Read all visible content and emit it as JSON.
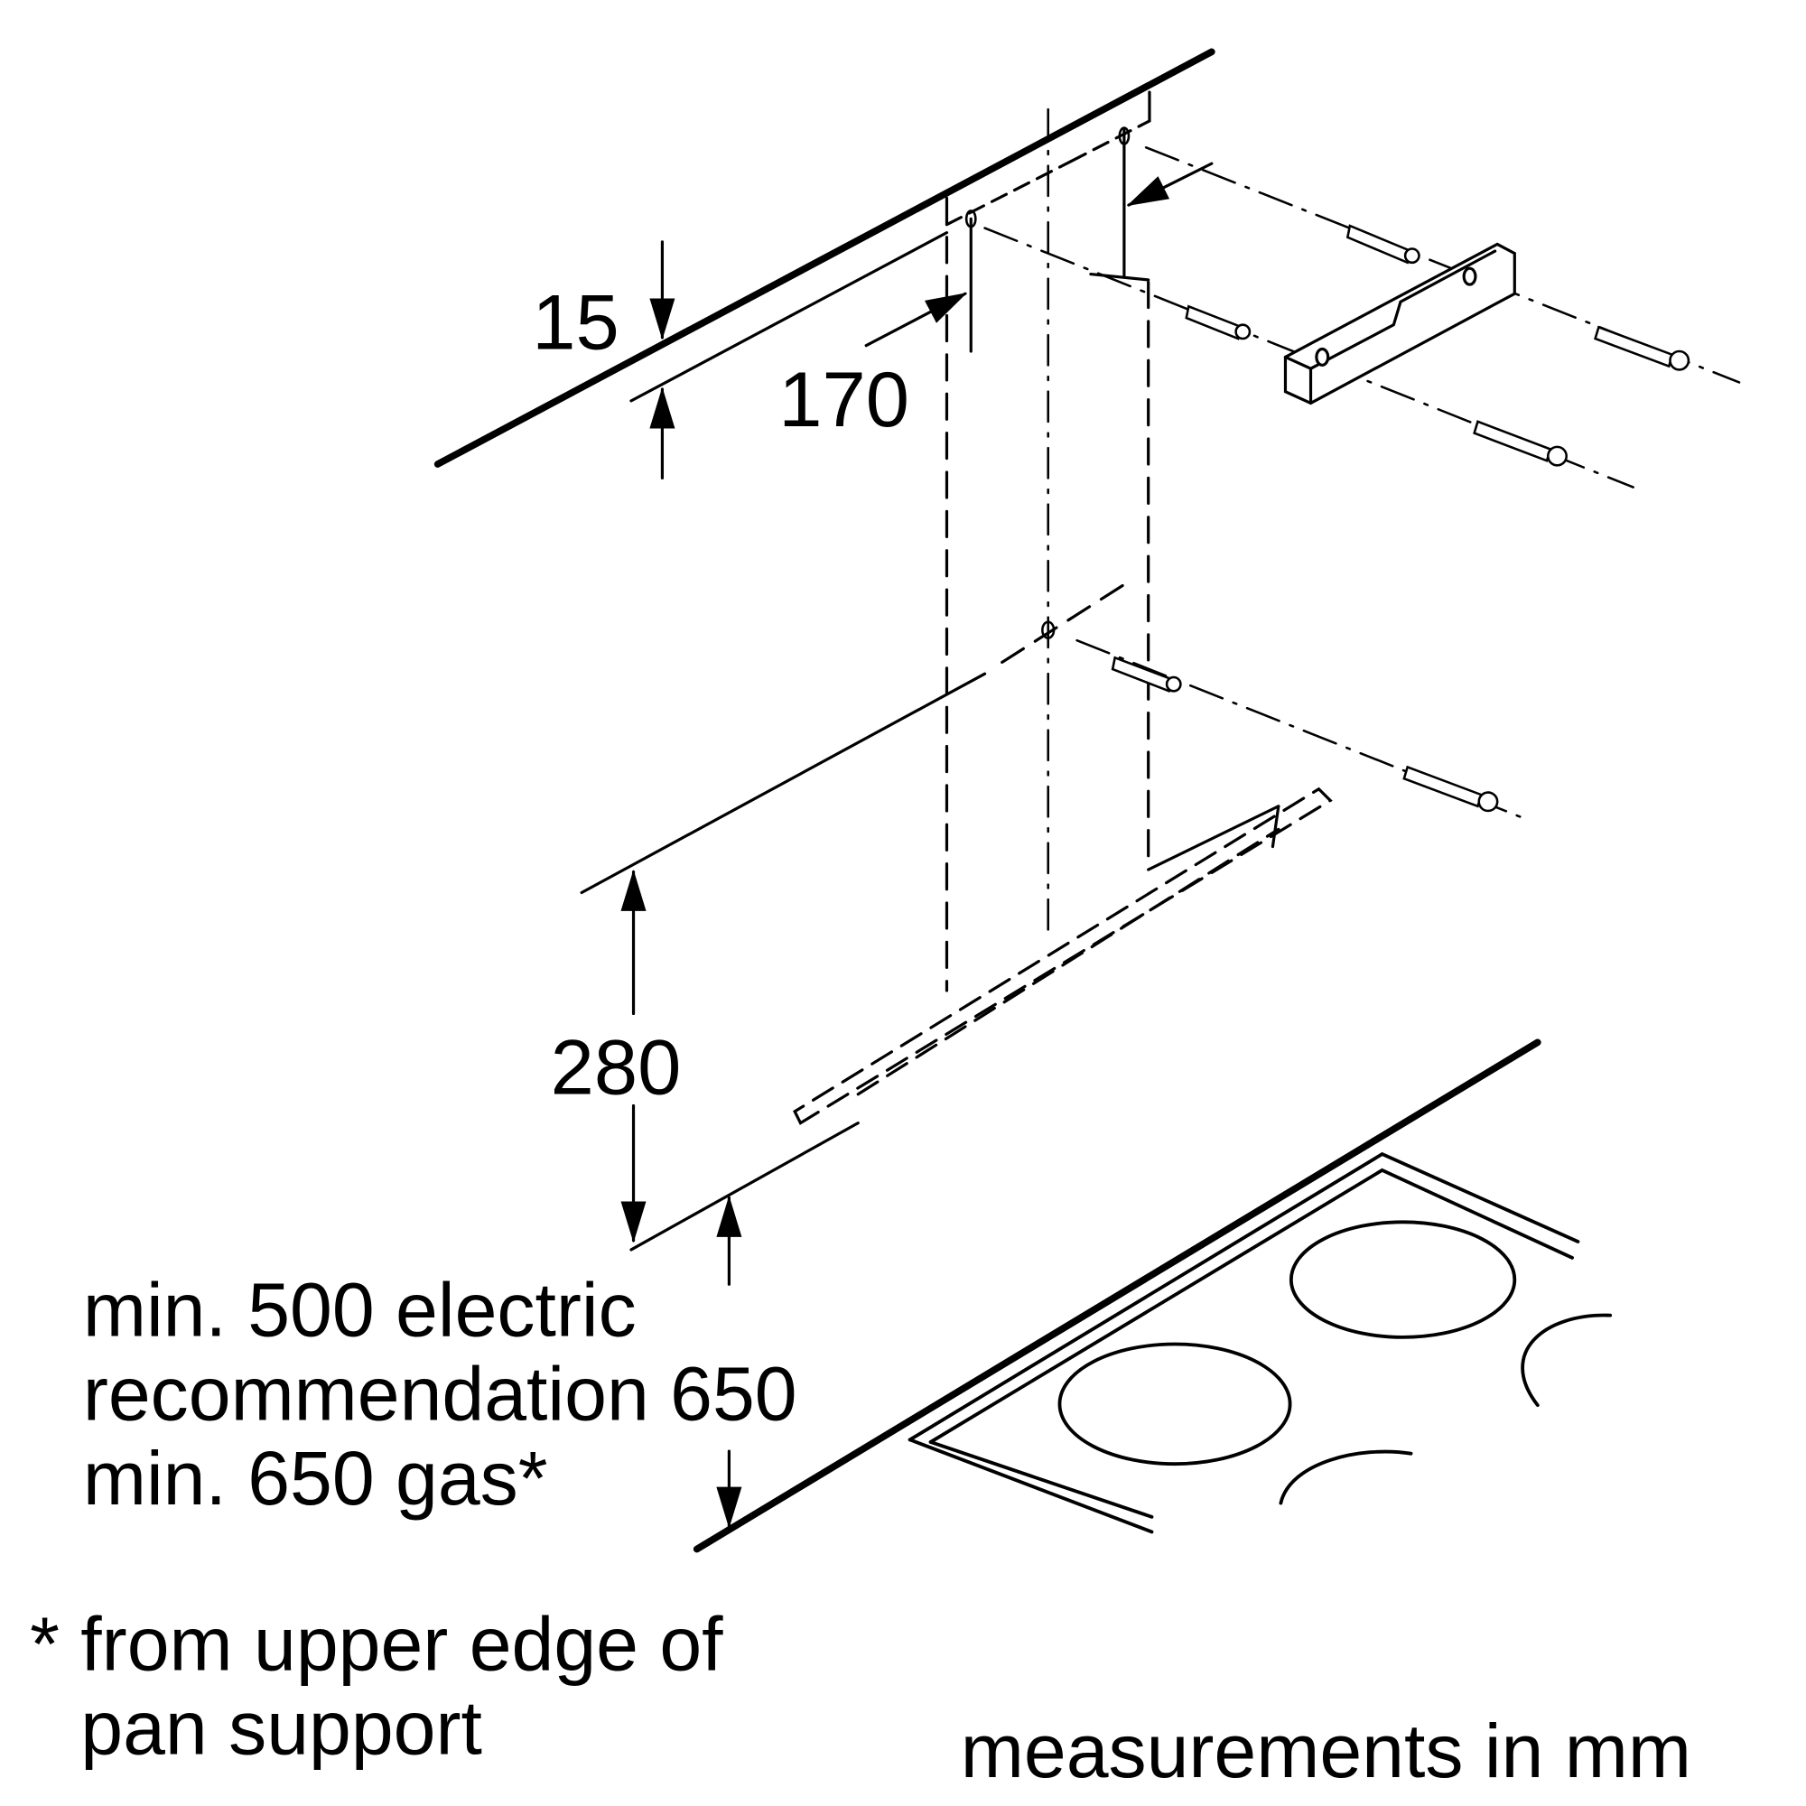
{
  "dimensions": {
    "d15": "15",
    "d170": "170",
    "d280": "280"
  },
  "notes": {
    "line1": "min. 500 electric",
    "line2": "recommendation 650",
    "line3": "min. 650 gas*",
    "footnote1": "* from upper edge of",
    "footnote2": "pan support",
    "units": "measurements in mm"
  },
  "colors": {
    "ink": "#000000",
    "background": "#ffffff"
  }
}
